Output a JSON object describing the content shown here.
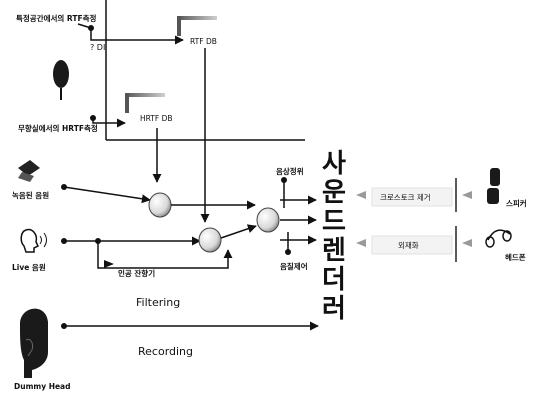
{
  "diagram": {
    "labels": {
      "anechoic_measure": "특정공간에서의 RTF측정",
      "freefield_measure": "무향실에서의 HRTF측정",
      "source_tag": "? DI",
      "rtf_db": "RTF DB",
      "hrtf_db": "HRTF DB",
      "recorded_sound": "녹음된 음원",
      "live_sound": "Live 음원",
      "artificial_reverb": "인공 잔향기",
      "position_control": "음상정위",
      "sound_control": "음질제어",
      "crosstalk_removal": "크로스토크 제거",
      "externalization": "외재화",
      "speaker": "스피커",
      "headphone": "헤드폰",
      "filtering": "Filtering",
      "recording": "Recording",
      "dummy_head": "Dummy Head"
    },
    "renderer_chars": [
      "사",
      "운",
      "드",
      "렌",
      "더",
      "러"
    ]
  }
}
